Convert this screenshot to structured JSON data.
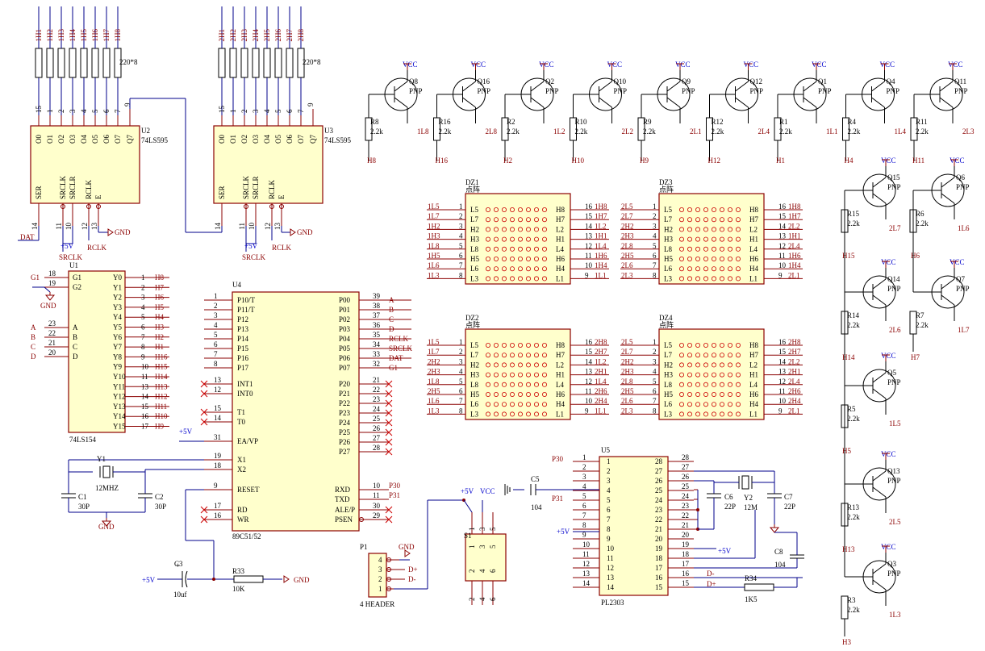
{
  "u2": {
    "ref": "U2",
    "part": "74LS595",
    "res": "220*8",
    "outs": [
      "1H1",
      "1H2",
      "1H3",
      "1H4",
      "1H5",
      "1H6",
      "1H7",
      "1H8"
    ],
    "topPins": [
      "15",
      "1",
      "2",
      "3",
      "4",
      "5",
      "6",
      "7",
      "9"
    ],
    "qPins": [
      "O0",
      "O1",
      "O2",
      "O3",
      "O4",
      "O5",
      "O6",
      "O7",
      "Q7"
    ],
    "ctrl": [
      "SER",
      "SRCLK",
      "SRCLR",
      "RCLK",
      "E"
    ],
    "ctrlPins": [
      "14",
      "11",
      "10",
      "12",
      "13"
    ],
    "dat": "DAT",
    "srclk": "SRCLK",
    "rclk": "RCLK",
    "p5": "+5V",
    "gnd": "GND"
  },
  "u3": {
    "ref": "U3",
    "part": "74LS595",
    "res": "220*8",
    "outs": [
      "2H1",
      "2H2",
      "2H3",
      "2H4",
      "2H5",
      "2H6",
      "2H7",
      "2H8"
    ],
    "qPins": [
      "O0",
      "O1",
      "O2",
      "O3",
      "O4",
      "O5",
      "O6",
      "O7",
      "Q7"
    ],
    "topPins": [
      "15",
      "1",
      "2",
      "3",
      "4",
      "5",
      "6",
      "7",
      "9"
    ],
    "ctrl": [
      "SER",
      "SRCLK",
      "SRCLR",
      "RCLK",
      "E"
    ],
    "ctrlPins": [
      "14",
      "11",
      "10",
      "12",
      "13"
    ],
    "srclk": "SRCLK",
    "rclk": "RCLK",
    "p5": "+5V",
    "gnd": "GND"
  },
  "u1": {
    "ref": "U1",
    "part": "74LS154",
    "inL": [
      {
        "pin": "18",
        "n": "G1",
        "sig": "G1"
      },
      {
        "pin": "19",
        "n": "G2",
        "sig": ""
      },
      {
        "pin": "23",
        "n": "A",
        "sig": "A"
      },
      {
        "pin": "22",
        "n": "B",
        "sig": "B"
      },
      {
        "pin": "21",
        "n": "C",
        "sig": "C"
      },
      {
        "pin": "20",
        "n": "D",
        "sig": "D"
      }
    ],
    "outs": [
      {
        "n": "Y0",
        "pin": "1",
        "sig": "H8"
      },
      {
        "n": "Y1",
        "pin": "2",
        "sig": "H7"
      },
      {
        "n": "Y2",
        "pin": "3",
        "sig": "H6"
      },
      {
        "n": "Y3",
        "pin": "4",
        "sig": "H5"
      },
      {
        "n": "Y4",
        "pin": "5",
        "sig": "H4"
      },
      {
        "n": "Y5",
        "pin": "6",
        "sig": "H3"
      },
      {
        "n": "Y6",
        "pin": "7",
        "sig": "H2"
      },
      {
        "n": "Y7",
        "pin": "8",
        "sig": "H1"
      },
      {
        "n": "Y8",
        "pin": "9",
        "sig": "H16"
      },
      {
        "n": "Y9",
        "pin": "10",
        "sig": "H15"
      },
      {
        "n": "Y10",
        "pin": "11",
        "sig": "H14"
      },
      {
        "n": "Y11",
        "pin": "13",
        "sig": "H13"
      },
      {
        "n": "Y12",
        "pin": "14",
        "sig": "H12"
      },
      {
        "n": "Y13",
        "pin": "15",
        "sig": "H11"
      },
      {
        "n": "Y14",
        "pin": "16",
        "sig": "H10"
      },
      {
        "n": "Y15",
        "pin": "17",
        "sig": "H9"
      }
    ],
    "gnd": "GND"
  },
  "u4": {
    "ref": "U4",
    "part": "89C51/52",
    "left": [
      {
        "pin": "1",
        "n": "P10/T"
      },
      {
        "pin": "2",
        "n": "P11/T"
      },
      {
        "pin": "3",
        "n": "P12"
      },
      {
        "pin": "4",
        "n": "P13"
      },
      {
        "pin": "5",
        "n": "P14"
      },
      {
        "pin": "6",
        "n": "P15"
      },
      {
        "pin": "7",
        "n": "P16"
      },
      {
        "pin": "8",
        "n": "P17"
      }
    ],
    "left2": [
      {
        "pin": "13",
        "n": "INT1"
      },
      {
        "pin": "12",
        "n": "INT0"
      },
      {
        "pin": "15",
        "n": "T1"
      },
      {
        "pin": "14",
        "n": "T0"
      },
      {
        "pin": "31",
        "n": "EA/VP"
      },
      {
        "pin": "19",
        "n": "X1"
      },
      {
        "pin": "18",
        "n": "X2"
      },
      {
        "pin": "9",
        "n": "RESET"
      },
      {
        "pin": "17",
        "n": "RD"
      },
      {
        "pin": "16",
        "n": "WR"
      }
    ],
    "right": [
      {
        "pin": "39",
        "n": "P00",
        "sig": "A"
      },
      {
        "pin": "38",
        "n": "P01",
        "sig": "B"
      },
      {
        "pin": "37",
        "n": "P02",
        "sig": "C"
      },
      {
        "pin": "36",
        "n": "P03",
        "sig": "D"
      },
      {
        "pin": "35",
        "n": "P04",
        "sig": "RCLK"
      },
      {
        "pin": "34",
        "n": "P05",
        "sig": "SRCLK"
      },
      {
        "pin": "33",
        "n": "P06",
        "sig": "DAT"
      },
      {
        "pin": "32",
        "n": "P07",
        "sig": "G1"
      }
    ],
    "right2": [
      {
        "pin": "21",
        "n": "P20"
      },
      {
        "pin": "22",
        "n": "P21"
      },
      {
        "pin": "23",
        "n": "P22"
      },
      {
        "pin": "24",
        "n": "P23"
      },
      {
        "pin": "25",
        "n": "P24"
      },
      {
        "pin": "26",
        "n": "P25"
      },
      {
        "pin": "27",
        "n": "P26"
      },
      {
        "pin": "28",
        "n": "P27"
      }
    ],
    "right3": [
      {
        "pin": "10",
        "n": "RXD",
        "sig": "P30"
      },
      {
        "pin": "11",
        "n": "TXD",
        "sig": "P31"
      },
      {
        "pin": "30",
        "n": "ALE/P",
        "sig": ""
      },
      {
        "pin": "29",
        "n": "PSEN",
        "sig": ""
      }
    ],
    "p5": "+5V"
  },
  "crystal": {
    "y1": "Y1",
    "y1v": "12MHZ",
    "c1": "C1",
    "c1v": "30P",
    "c2": "C2",
    "c2v": "30P",
    "gnd": "GND"
  },
  "reset": {
    "c3": "C3",
    "c3v": "10uf",
    "r33": "R33",
    "r33v": "10K",
    "p5": "+5V",
    "gnd": "GND",
    "plus": "+"
  },
  "p1": {
    "ref": "P1",
    "part": "4 HEADER",
    "pins": [
      "4",
      "3",
      "2",
      "1"
    ],
    "sigs": [
      "",
      "D+",
      "D-",
      ""
    ],
    "gnd": "GND"
  },
  "s1": {
    "ref": "S1",
    "p5": "+5V",
    "vcc": "VCC",
    "pins": [
      "1",
      "3",
      "5",
      "2",
      "4",
      "6"
    ]
  },
  "u5": {
    "ref": "U5",
    "part": "PL2303",
    "left": [
      "1",
      "2",
      "3",
      "4",
      "5",
      "6",
      "7",
      "8",
      "9",
      "10",
      "11",
      "12",
      "13",
      "14"
    ],
    "right": [
      "28",
      "27",
      "26",
      "25",
      "24",
      "23",
      "22",
      "21",
      "20",
      "19",
      "18",
      "17",
      "16",
      "15"
    ],
    "p30": "P30",
    "p31": "P31",
    "c5": "C5",
    "c5v": "104",
    "c6": "C6",
    "c6v": "22P",
    "y2": "Y2",
    "y2v": "12M",
    "c7": "C7",
    "c7v": "22P",
    "c8": "C8",
    "c8v": "104",
    "r34": "R34",
    "r34v": "1K5",
    "dm": "D-",
    "dp": "D+",
    "p5": "+5V"
  },
  "dz": [
    {
      "ref": "DZ1",
      "sub": "点阵",
      "lsig": [
        "1L5",
        "1L7",
        "1H2",
        "1H3",
        "1L8",
        "1H5",
        "1L6",
        "1L3"
      ],
      "lpin": [
        "1",
        "2",
        "3",
        "4",
        "5",
        "6",
        "7",
        "8"
      ],
      "lname": [
        "L5",
        "L7",
        "H2",
        "H3",
        "L8",
        "H5",
        "L6",
        "L3"
      ],
      "rname": [
        "H8",
        "H7",
        "L2",
        "H1",
        "L4",
        "H6",
        "H4",
        "L1"
      ],
      "rpin": [
        "16",
        "15",
        "14",
        "13",
        "12",
        "11",
        "10",
        "9"
      ],
      "rsig": [
        "1H8",
        "1H7",
        "1L2",
        "1H1",
        "1L4",
        "1H6",
        "1H4",
        "1L1"
      ]
    },
    {
      "ref": "DZ3",
      "sub": "点阵",
      "lsig": [
        "2L5",
        "2L7",
        "2H2",
        "2H3",
        "2L8",
        "2H5",
        "2L6",
        "2L3"
      ],
      "lpin": [
        "1",
        "2",
        "3",
        "4",
        "5",
        "6",
        "7",
        "8"
      ],
      "lname": [
        "L5",
        "L7",
        "H2",
        "H3",
        "L8",
        "H5",
        "L6",
        "L3"
      ],
      "rname": [
        "H8",
        "H7",
        "L2",
        "H1",
        "L4",
        "H6",
        "H4",
        "L1"
      ],
      "rpin": [
        "16",
        "15",
        "14",
        "13",
        "12",
        "11",
        "10",
        "9"
      ],
      "rsig": [
        "1H8",
        "1H7",
        "2L2",
        "1H1",
        "2L4",
        "1H6",
        "1H4",
        "2L1"
      ]
    },
    {
      "ref": "DZ2",
      "sub": "点阵",
      "lsig": [
        "1L5",
        "1L7",
        "2H2",
        "2H3",
        "1L8",
        "2H5",
        "1L6",
        "1L3"
      ],
      "lpin": [
        "1",
        "2",
        "3",
        "4",
        "5",
        "6",
        "7",
        "8"
      ],
      "lname": [
        "L5",
        "L7",
        "H2",
        "H3",
        "L8",
        "H5",
        "L6",
        "L3"
      ],
      "rname": [
        "H8",
        "H7",
        "L2",
        "H1",
        "L4",
        "H6",
        "H4",
        "L1"
      ],
      "rpin": [
        "16",
        "15",
        "14",
        "13",
        "12",
        "11",
        "10",
        "9"
      ],
      "rsig": [
        "2H8",
        "2H7",
        "1L2",
        "2H1",
        "1L4",
        "2H6",
        "2H4",
        "1L1"
      ]
    },
    {
      "ref": "DZ4",
      "sub": "点阵",
      "lsig": [
        "2L5",
        "2L7",
        "2H2",
        "2H3",
        "2L8",
        "2H5",
        "2L6",
        "2L3"
      ],
      "lpin": [
        "1",
        "2",
        "3",
        "4",
        "5",
        "6",
        "7",
        "8"
      ],
      "lname": [
        "L5",
        "L7",
        "H2",
        "H3",
        "L8",
        "H5",
        "L6",
        "L3"
      ],
      "rname": [
        "H8",
        "H7",
        "L2",
        "H1",
        "L4",
        "H6",
        "H4",
        "L1"
      ],
      "rpin": [
        "16",
        "15",
        "14",
        "13",
        "12",
        "11",
        "10",
        "9"
      ],
      "rsig": [
        "2H8",
        "2H7",
        "2L2",
        "2H1",
        "2L4",
        "2H6",
        "2H4",
        "2L1"
      ]
    }
  ],
  "vcc": "VCC",
  "pnp": "PNP",
  "rval": "2.2k",
  "topTr": [
    {
      "q": "Q8",
      "r": "R8",
      "h": "H8",
      "l": "1L8"
    },
    {
      "q": "Q16",
      "r": "R16",
      "h": "H16",
      "l": "2L8"
    },
    {
      "q": "Q2",
      "r": "R2",
      "h": "H2",
      "l": "1L2"
    },
    {
      "q": "Q10",
      "r": "R10",
      "h": "H10",
      "l": "2L2"
    },
    {
      "q": "Q9",
      "r": "R9",
      "h": "H9",
      "l": "2L1"
    },
    {
      "q": "Q12",
      "r": "R12",
      "h": "H12",
      "l": "2L4"
    },
    {
      "q": "Q1",
      "r": "R1",
      "h": "H1",
      "l": "1L1"
    },
    {
      "q": "Q4",
      "r": "R4",
      "h": "H4",
      "l": "1L4"
    },
    {
      "q": "Q11",
      "r": "R11",
      "h": "H11",
      "l": "2L3"
    }
  ],
  "sideTr": [
    {
      "q": "Q15",
      "r": "R15",
      "h": "H15",
      "l": "2L7"
    },
    {
      "q": "Q6",
      "r": "R6",
      "h": "H6",
      "l": "1L6"
    },
    {
      "q": "Q14",
      "r": "R14",
      "h": "H14",
      "l": "2L6"
    },
    {
      "q": "Q7",
      "r": "R7",
      "h": "H7",
      "l": "1L7"
    },
    {
      "q": "Q5",
      "r": "R5",
      "h": "H5",
      "l": "1L5"
    },
    {
      "q": "Q13",
      "r": "R13",
      "h": "H13",
      "l": "2L5"
    },
    {
      "q": "Q3",
      "r": "R3",
      "h": "H3",
      "l": "1L3"
    }
  ]
}
